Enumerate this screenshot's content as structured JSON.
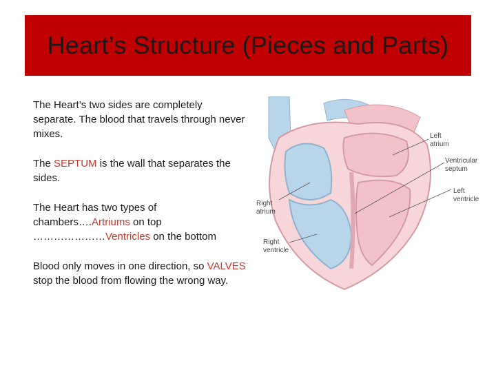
{
  "title": "Heart’s Structure (Pieces and Parts)",
  "paragraphs": {
    "p1": "The Heart’s two sides are completely separate.  The blood that travels through never mixes.",
    "p2_pre": "The ",
    "p2_hl": "SEPTUM",
    "p2_post": " is the wall that separates the sides.",
    "p3_line1": "The Heart has two types of",
    "p3_pre": "chambers….",
    "p3_hl1": "Artriums",
    "p3_mid": " on top",
    "p3_dots": "…………………",
    "p3_hl2": "Ventricles",
    "p3_post": " on the bottom",
    "p4_pre": "Blood only moves in one direction, so ",
    "p4_hl": "VALVES",
    "p4_post": " stop the blood from flowing the wrong way."
  },
  "diagram_labels": {
    "left_atrium_1": "Left",
    "left_atrium_2": "atrium",
    "septum_1": "Ventricular",
    "septum_2": "septum",
    "left_ventricle_1": "Left",
    "left_ventricle_2": "ventricle",
    "right_atrium_1": "Right",
    "right_atrium_2": "atrium",
    "right_ventricle_1": "Right",
    "right_ventricle_2": "ventricle"
  },
  "colors": {
    "banner": "#c00000",
    "highlight": "#c0392b",
    "oxygen_poor": "#b9d5ea",
    "oxygen_rich": "#f2c2c8"
  }
}
